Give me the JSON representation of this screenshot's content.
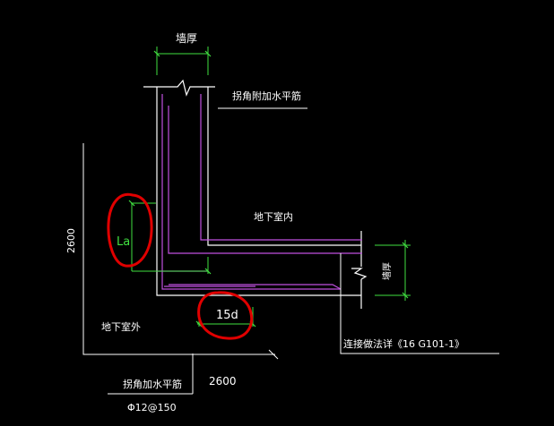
{
  "labels": {
    "wall_thickness": "墙厚",
    "corner_bar_top": "拐角附加水平筋",
    "indoor": "地下室内",
    "outdoor": "地下室外",
    "dim_left_vertical": "2600",
    "dim_bottom": "2600",
    "la": "La",
    "fifteen_d": "15d",
    "wall_thickness_right": "墙厚",
    "connection_note": "连接做法详《16 G101-1》",
    "corner_bar_bottom": "拐角加水平筋",
    "bar_spec": "Φ12@150"
  },
  "colors": {
    "background": "#000000",
    "wall": "#ffffff",
    "rebar": "#c050e0",
    "dimension": "#40e040",
    "annotation": "#e00000"
  }
}
